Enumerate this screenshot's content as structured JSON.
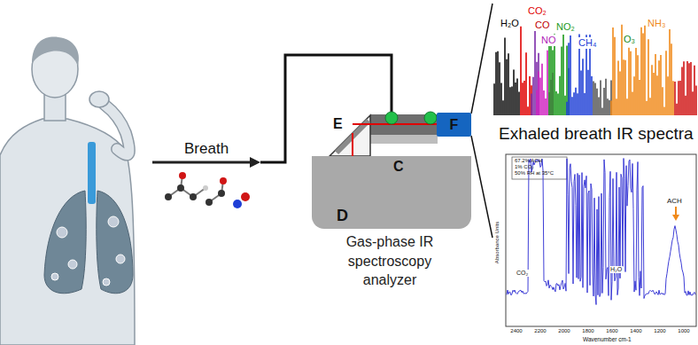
{
  "diagram": {
    "nodes": [
      {
        "text": [
          "D"
        ]
      },
      {
        "text": [
          "F"
        ]
      }
    ],
    "labels": [
      "Breath",
      "E",
      "C",
      "Gas-phase IR spectroscopy analyzer",
      "Exhaled breath IR spectra",
      "H₂O",
      "CO₂",
      "CO",
      "NO",
      "NO₂",
      "CH₄",
      "O₃",
      "NH₃",
      "CO₂",
      "H₂O",
      "ACH",
      "67.2% ACH",
      "1% CO₂",
      "50% RH at 35°C",
      "Wavenumber cm-1",
      "Absorbance Units",
      "2400",
      "2200",
      "2000",
      "1800",
      "1600",
      "1400",
      "1200",
      "1000"
    ]
  }
}
